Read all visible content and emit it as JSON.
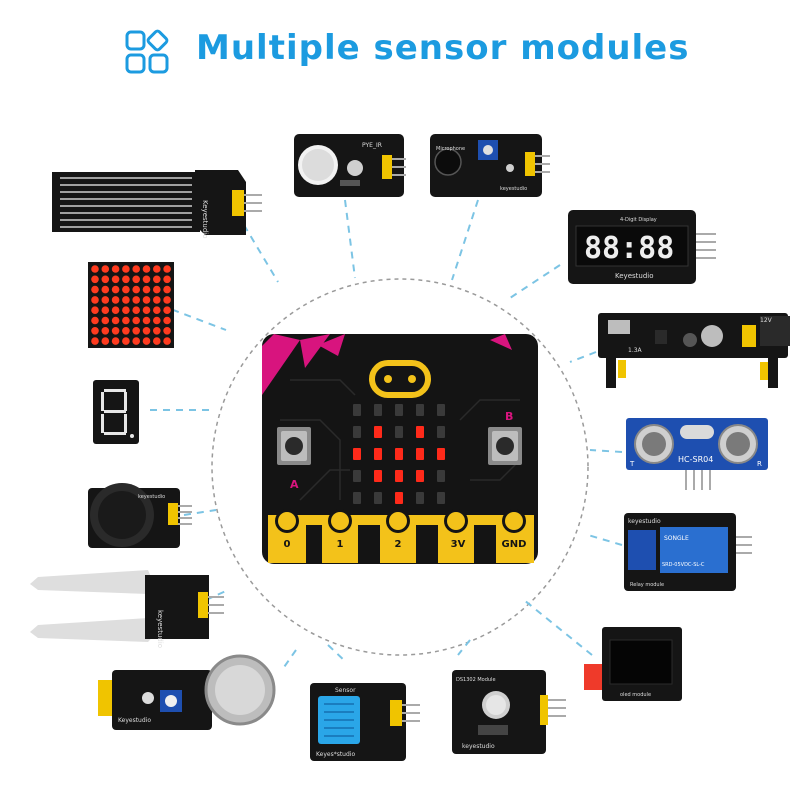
{
  "title": "Multiple sensor modules",
  "colors": {
    "title": "#1c9be0",
    "pcb_black": "#141414",
    "gold": "#f3c21a",
    "magenta": "#d8147e",
    "led_red": "#ff2a1a",
    "dash": "#7cc4e4",
    "header_yellow": "#f0c400",
    "blue_board": "#1e4fb0"
  },
  "board": {
    "pads": [
      "0",
      "1",
      "2",
      "3V",
      "GND"
    ],
    "button_a": "A",
    "button_b": "B"
  },
  "modules": {
    "pir": {
      "label": "PYE_IR"
    },
    "microphone": {
      "label": "Microphone",
      "brand": "keyestudio"
    },
    "display": {
      "header": "4-Digit Display",
      "digits": "88:88",
      "brand": "Keyestudio"
    },
    "power": {
      "label": "1.3A",
      "voltage": "12V"
    },
    "ultrasonic": {
      "label": "HC-SR04",
      "left": "T",
      "right": "R"
    },
    "relay": {
      "brand": "keyestudio",
      "label": "Relay module",
      "cube_brand": "SONGLE",
      "cube_model": "SRD-05VDC-SL-C"
    },
    "oled": {
      "label": "oled module"
    },
    "rtc": {
      "label": "DS1302 Module",
      "brand": "keyestudio"
    },
    "dht": {
      "label": "Sensor",
      "brand": "Keyes*studio"
    },
    "gas": {
      "brand": "Keyestudio"
    },
    "soil": {
      "brand": "keyestudio"
    },
    "joystick": {
      "brand": "keyestudio"
    },
    "water": {
      "brand": "Keyestudio"
    }
  }
}
